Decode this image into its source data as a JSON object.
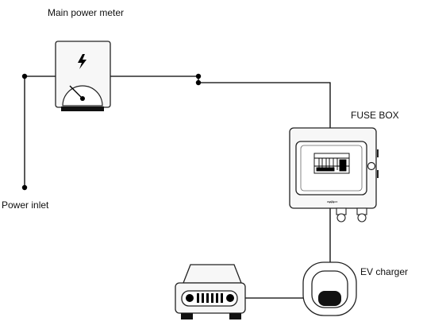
{
  "labels": {
    "main_power_meter": "Main power meter",
    "fuse_box": "FUSE BOX",
    "power_inlet": "Power inlet",
    "ev_charger": "EV charger"
  },
  "charger_brand": "wallbox",
  "colors": {
    "line": "#000000",
    "box_fill": "#f7f7f7",
    "panel_fill": "#ffffff"
  },
  "icons": [
    "lightning-bolt-icon",
    "gauge-icon",
    "car-icon",
    "charger-icon",
    "fuse-panel-icon"
  ]
}
